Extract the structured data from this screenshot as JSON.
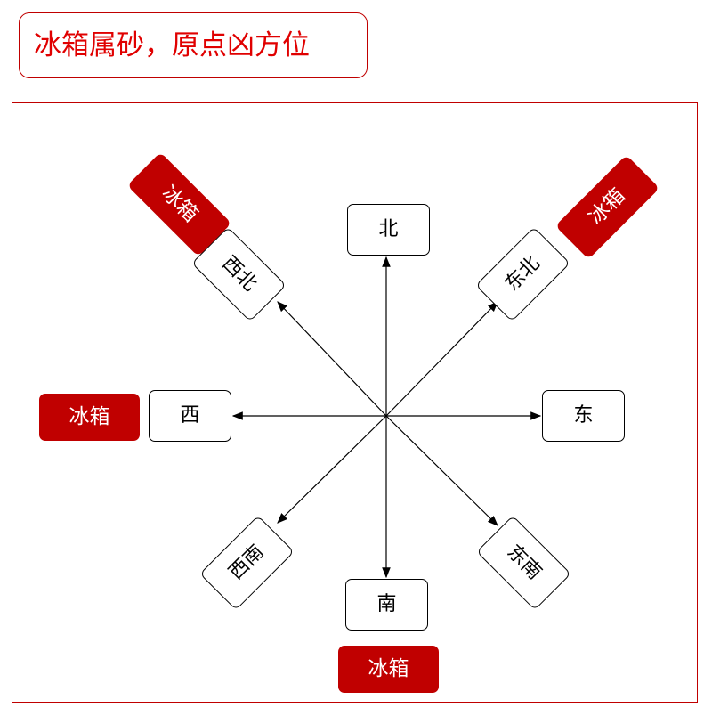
{
  "title": "冰箱属砂，原点凶方位",
  "directions": {
    "north": "北",
    "northeast": "东北",
    "east": "东",
    "southeast": "东南",
    "south": "南",
    "southwest": "西南",
    "west": "西",
    "northwest": "西北"
  },
  "fridge_label": "冰箱",
  "colors": {
    "accent": "#c00000"
  }
}
